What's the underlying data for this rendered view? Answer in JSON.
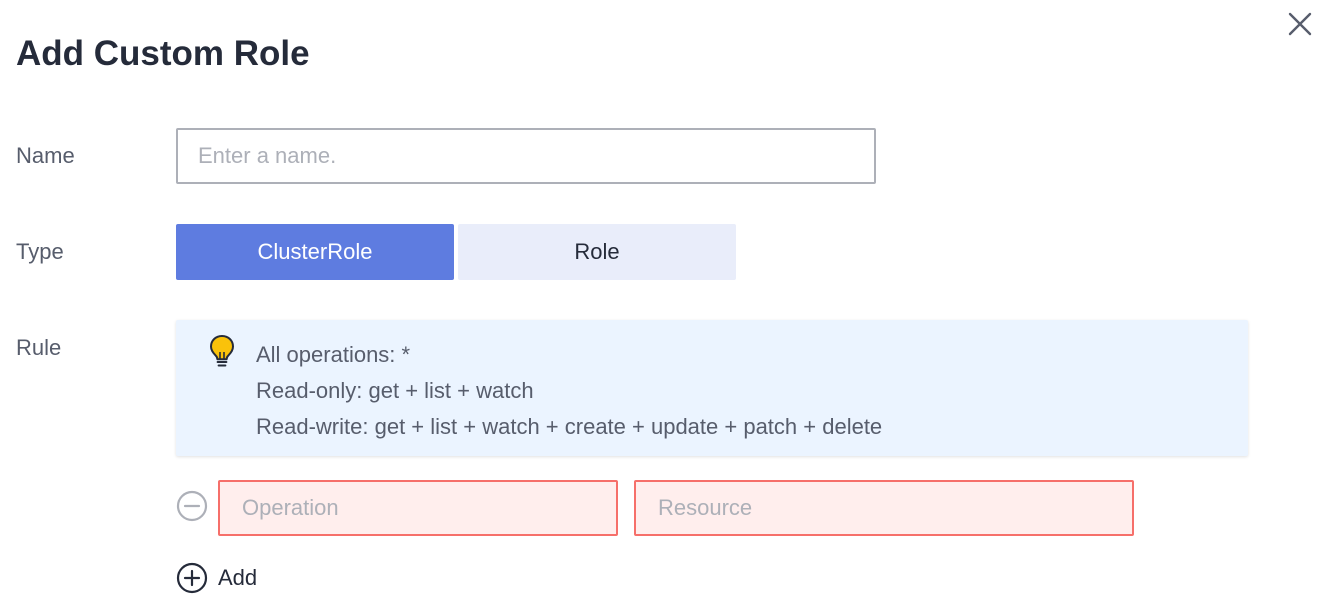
{
  "dialog": {
    "title": "Add Custom Role",
    "close_icon": "close-icon"
  },
  "form": {
    "name": {
      "label": "Name",
      "value": "",
      "placeholder": "Enter a name."
    },
    "type": {
      "label": "Type",
      "options": [
        "ClusterRole",
        "Role"
      ],
      "selected": "ClusterRole"
    },
    "rule": {
      "label": "Rule",
      "tip_icon": "lightbulb-icon",
      "tips": [
        "All operations: *",
        "Read-only: get + list + watch",
        "Read-write: get + list + watch + create + update + patch + delete"
      ],
      "rows": [
        {
          "operation": {
            "value": "",
            "placeholder": "Operation"
          },
          "resource": {
            "value": "",
            "placeholder": "Resource"
          },
          "remove_icon": "minus-circle-icon"
        }
      ],
      "add_label": "Add",
      "add_icon": "plus-circle-icon"
    }
  },
  "colors": {
    "primary": "#5e7ce0",
    "primary_light": "#e9edfa",
    "tip_background": "#ebf4ff",
    "error_border": "#f66f6a",
    "error_background": "#ffeeed",
    "text": "#252b3a",
    "label": "#575d6c",
    "placeholder": "#adb0b8"
  }
}
